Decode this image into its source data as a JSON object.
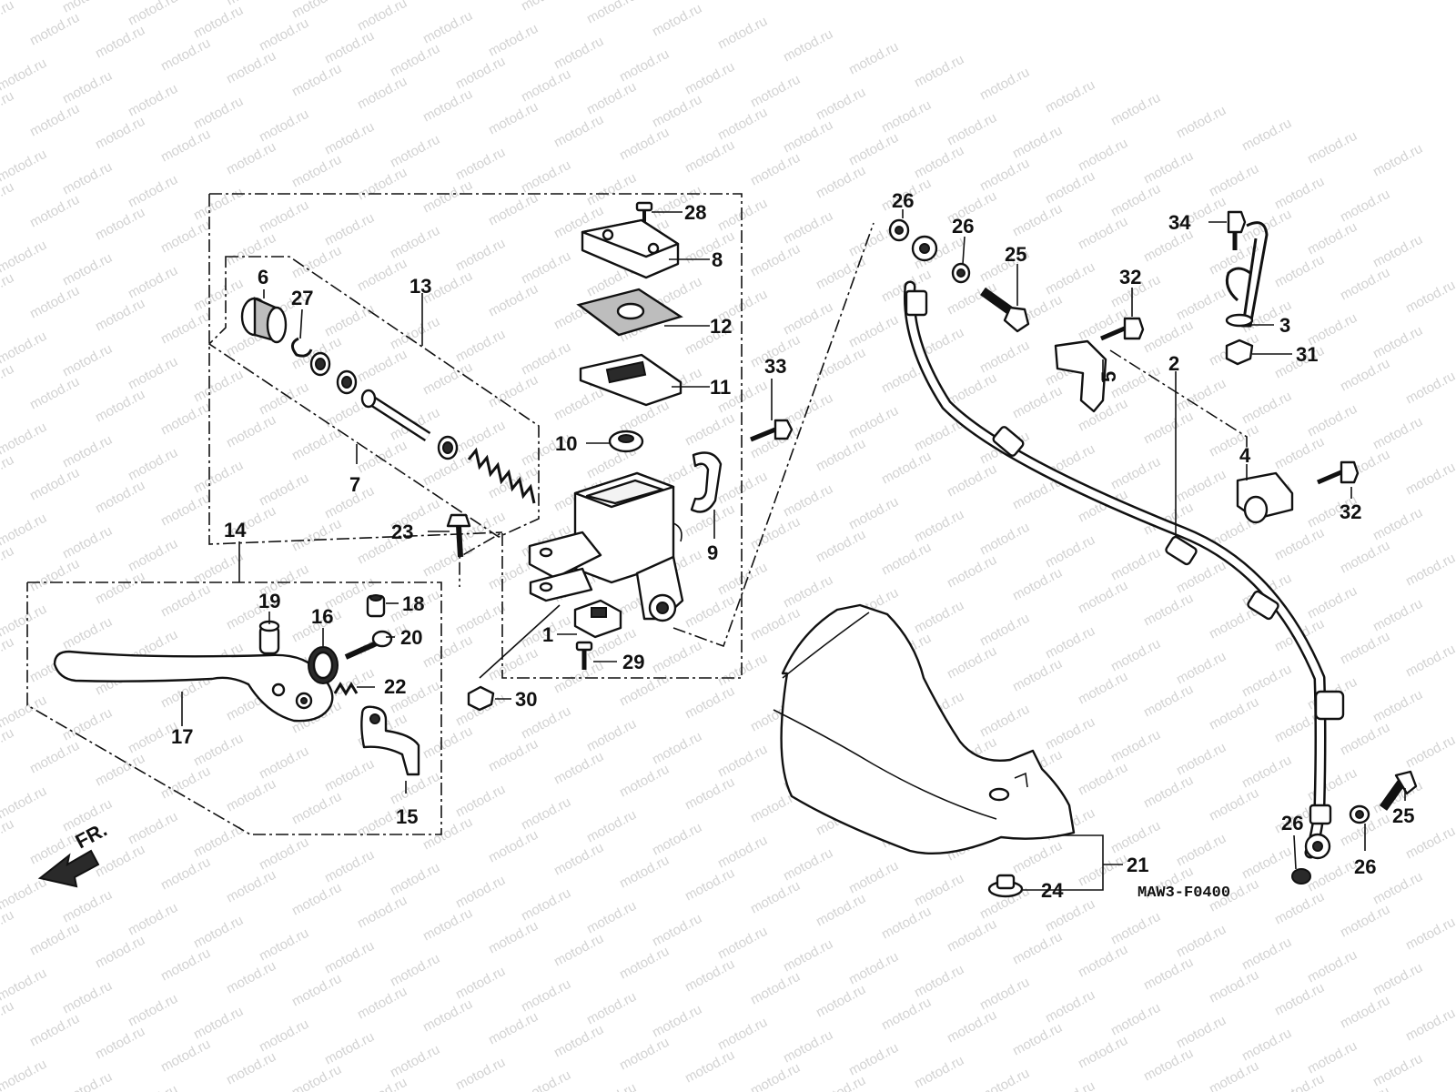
{
  "watermark": {
    "text": "motod.ru"
  },
  "diagram_code": "MAW3-F0400",
  "direction_label": "FR.",
  "callouts": [
    {
      "id": "p1",
      "label": "1"
    },
    {
      "id": "p2",
      "label": "2"
    },
    {
      "id": "p3",
      "label": "3"
    },
    {
      "id": "p4",
      "label": "4"
    },
    {
      "id": "p5",
      "label": "5"
    },
    {
      "id": "p6",
      "label": "6"
    },
    {
      "id": "p7",
      "label": "7"
    },
    {
      "id": "p8",
      "label": "8"
    },
    {
      "id": "p9",
      "label": "9"
    },
    {
      "id": "p10",
      "label": "10"
    },
    {
      "id": "p11",
      "label": "11"
    },
    {
      "id": "p12",
      "label": "12"
    },
    {
      "id": "p13",
      "label": "13"
    },
    {
      "id": "p14",
      "label": "14"
    },
    {
      "id": "p15",
      "label": "15"
    },
    {
      "id": "p16",
      "label": "16"
    },
    {
      "id": "p17",
      "label": "17"
    },
    {
      "id": "p18",
      "label": "18"
    },
    {
      "id": "p19",
      "label": "19"
    },
    {
      "id": "p20",
      "label": "20"
    },
    {
      "id": "p21",
      "label": "21"
    },
    {
      "id": "p22",
      "label": "22"
    },
    {
      "id": "p23",
      "label": "23"
    },
    {
      "id": "p24",
      "label": "24"
    },
    {
      "id": "p25a",
      "label": "25"
    },
    {
      "id": "p25b",
      "label": "25"
    },
    {
      "id": "p26a",
      "label": "26"
    },
    {
      "id": "p26b",
      "label": "26"
    },
    {
      "id": "p26c",
      "label": "26"
    },
    {
      "id": "p26d",
      "label": "26"
    },
    {
      "id": "p27",
      "label": "27"
    },
    {
      "id": "p28",
      "label": "28"
    },
    {
      "id": "p29",
      "label": "29"
    },
    {
      "id": "p30",
      "label": "30"
    },
    {
      "id": "p31",
      "label": "31"
    },
    {
      "id": "p32a",
      "label": "32"
    },
    {
      "id": "p32b",
      "label": "32"
    },
    {
      "id": "p33",
      "label": "33"
    },
    {
      "id": "p34",
      "label": "34"
    }
  ]
}
